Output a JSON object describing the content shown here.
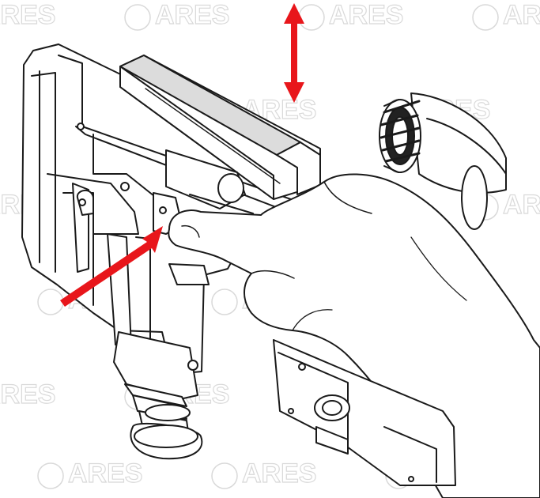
{
  "watermark": {
    "text": "ARES",
    "color": "#d9d9d9"
  },
  "colors": {
    "line": "#1a1a1a",
    "arrow": "#e8161b",
    "pad": "#dcdcdc",
    "bg": "#ffffff"
  },
  "arrows": [
    {
      "name": "vertical-adjust-arrow",
      "meaning": "cheek rest moves up / down"
    },
    {
      "name": "release-button-arrow",
      "meaning": "press release lever"
    }
  ]
}
